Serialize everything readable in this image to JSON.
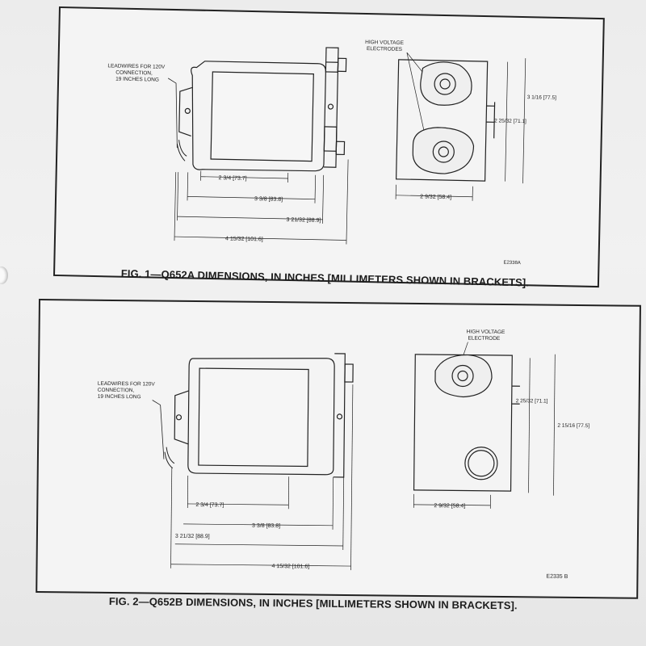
{
  "fig1": {
    "leadwires_note": [
      "LEADWIRES FOR 120V",
      "CONNECTION,",
      "19 INCHES LONG"
    ],
    "electrodes_note": [
      "HIGH VOLTAGE",
      "ELECTRODES"
    ],
    "dims_front": [
      "2 3/4 [73.7]",
      "3 3/8 [83.8]",
      "3 21/32 [88.9]",
      "4 15/32 [101.6]"
    ],
    "dims_side": [
      "3 1/16 [77.5]",
      "2 25/32 [71.1]",
      "2 9/32 [58.4]"
    ],
    "code": "E2338A",
    "caption": "FIG. 1—Q652A DIMENSIONS, IN INCHES [MILLIMETERS SHOWN IN BRACKETS]."
  },
  "fig2": {
    "leadwires_note": [
      "LEADWIRES FOR 120V",
      "CONNECTION,",
      "19 INCHES LONG"
    ],
    "electrode_note": [
      "HIGH VOLTAGE",
      "ELECTRODE"
    ],
    "dims_front": [
      "2 3/4 [73.7]",
      "3 3/8 [83.8]",
      "3 21/32 [88.9]",
      "4 15/32 [101.6]"
    ],
    "dims_side": [
      "2 25/32 [71.1]",
      "2 15/16 [77.5]",
      "2 9/32 [58.4]"
    ],
    "code": "E2335 B",
    "caption": "FIG. 2—Q652B DIMENSIONS, IN INCHES [MILLIMETERS SHOWN IN BRACKETS]."
  }
}
